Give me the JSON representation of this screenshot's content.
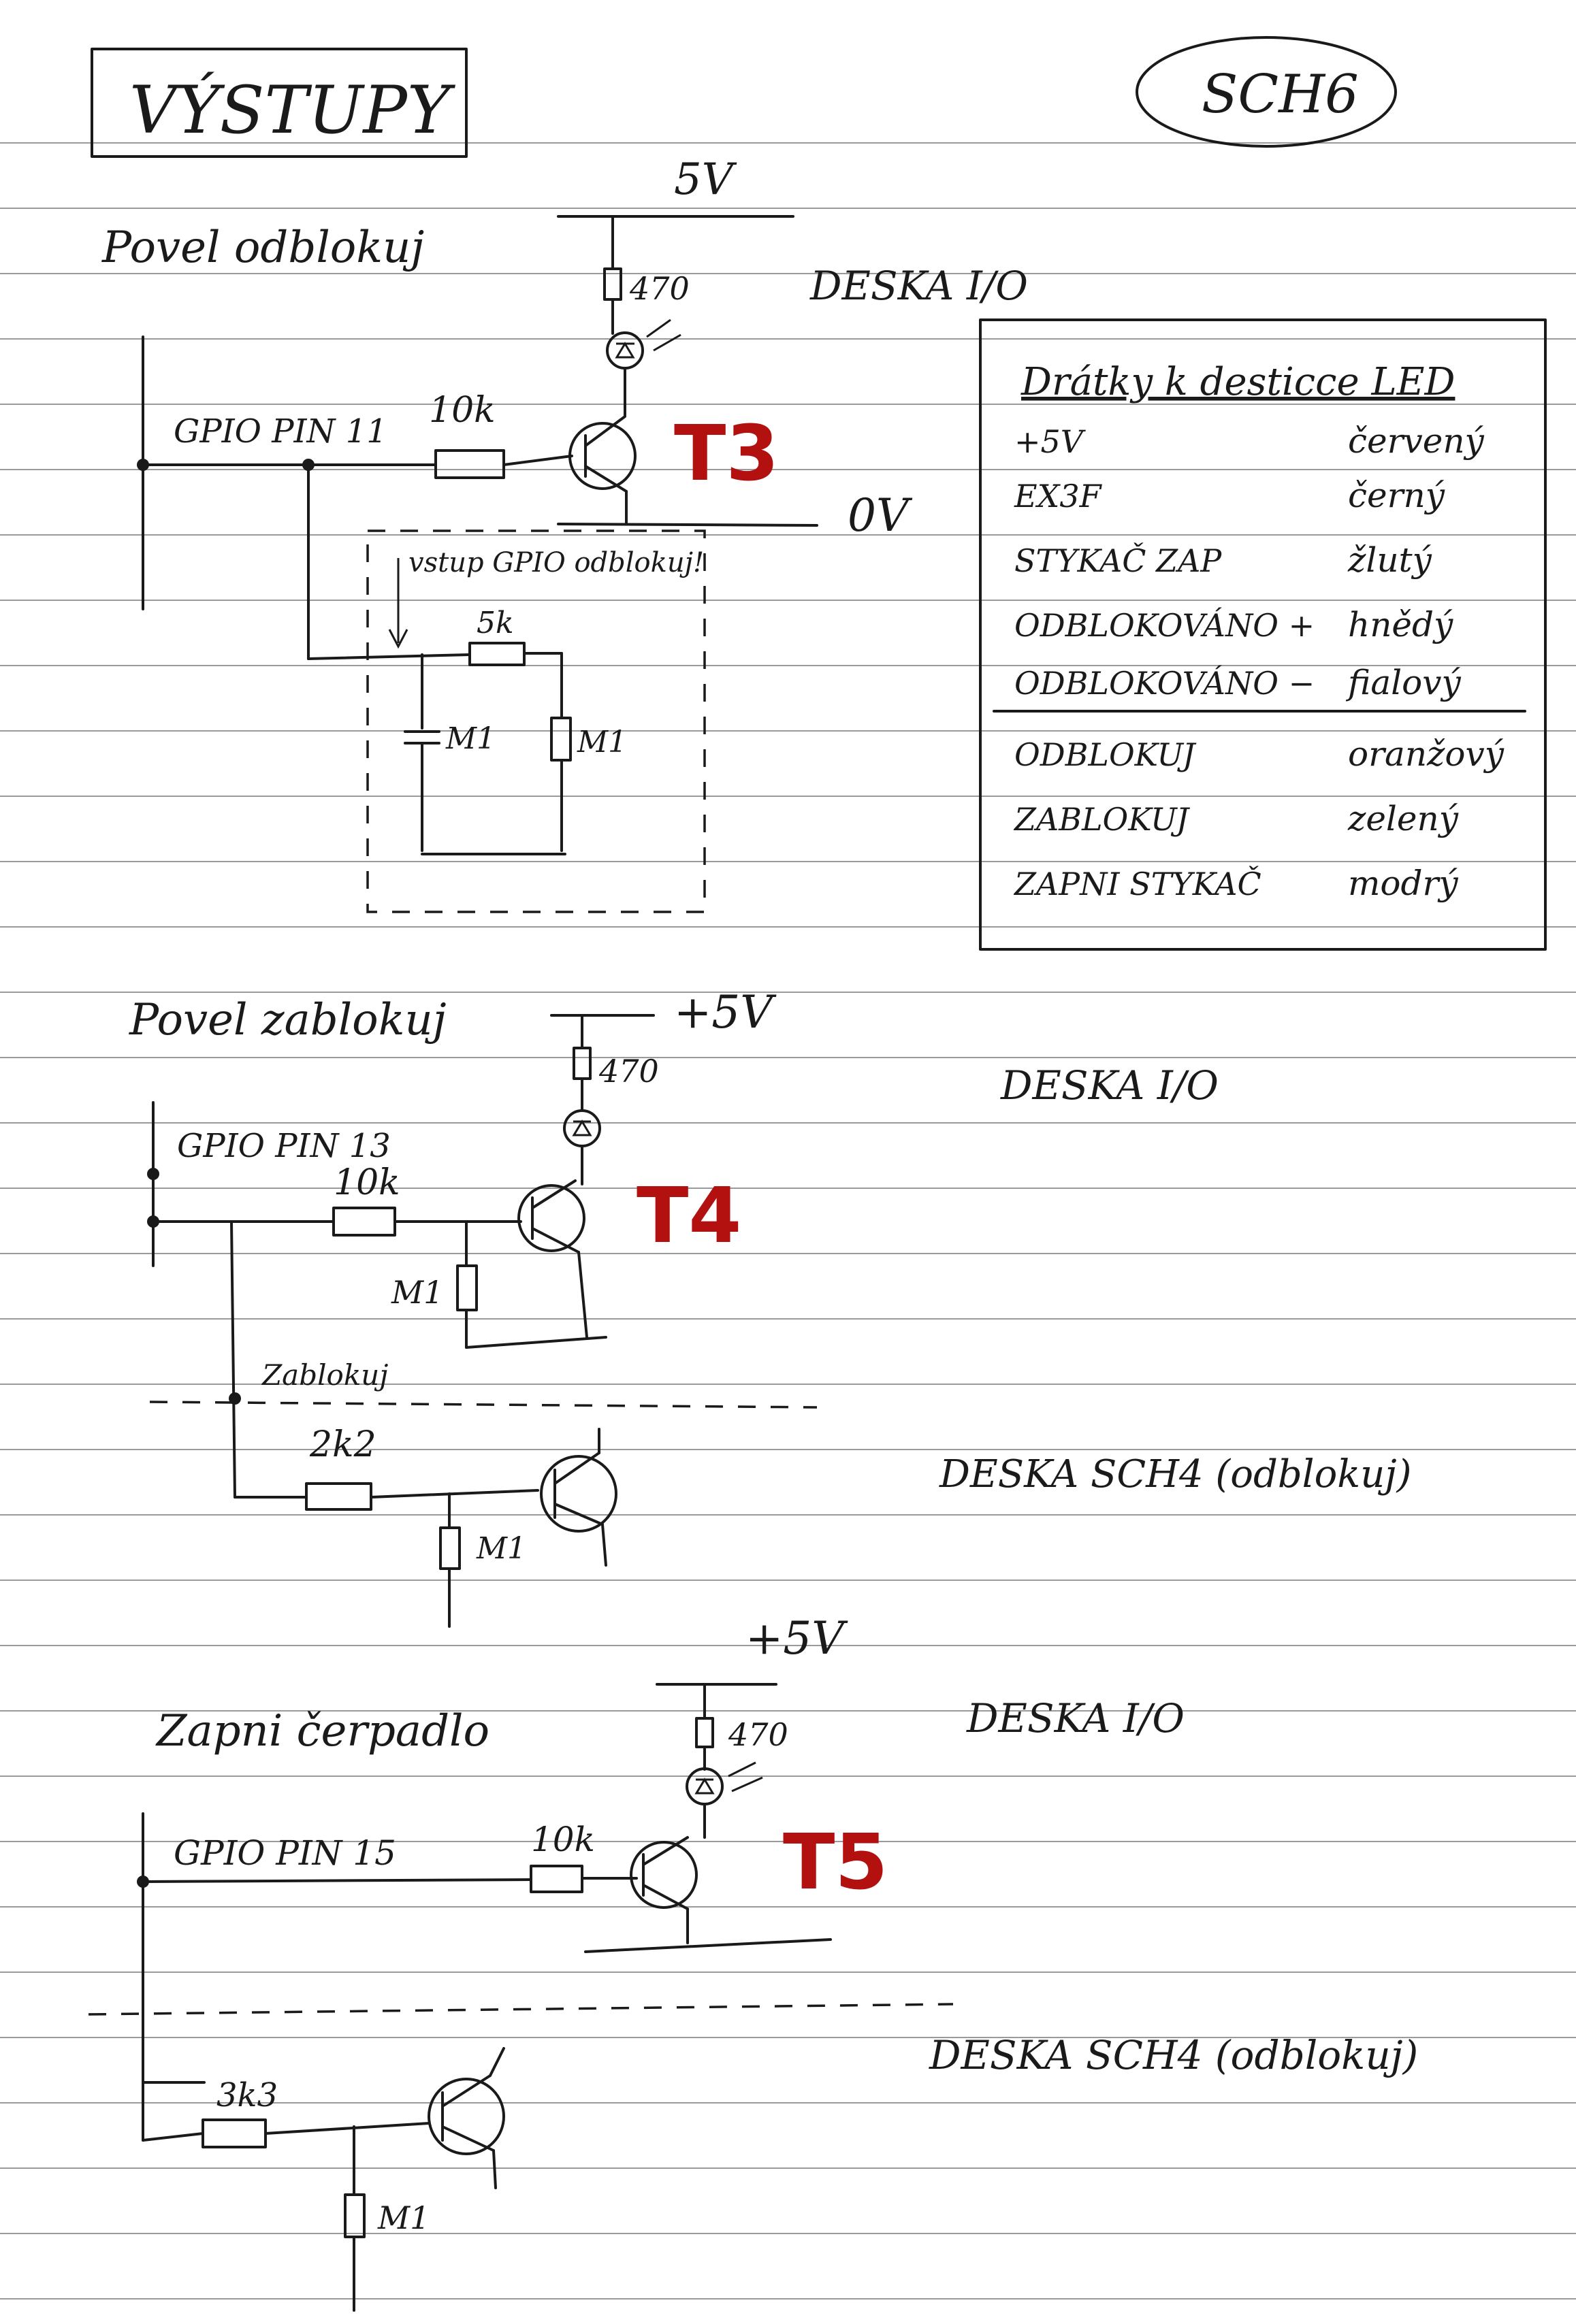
{
  "header": {
    "title": "VÝSTUPY",
    "sheet_code": "SCH6"
  },
  "section1": {
    "heading": "Povel odblokuj",
    "supply": "5V",
    "board": "DESKA I/O",
    "resistor_top": "470",
    "gpio_label": "GPIO PIN 11",
    "resistor_base": "10k",
    "transistor_label": "T3",
    "ground": "0V",
    "input_note": "vstup GPIO odblokuj!",
    "resistor_mid": "5k",
    "cap_label": "M1",
    "res_label": "M1"
  },
  "legend": {
    "title": "Drátky k desticce LED",
    "rows": [
      {
        "signal": "+5V",
        "color": "červený"
      },
      {
        "signal": "EX3F",
        "color": "černý"
      },
      {
        "signal": "STYKAČ ZAP",
        "color": "žlutý"
      },
      {
        "signal": "ODBLOKOVÁNO +",
        "color": "hnědý"
      },
      {
        "signal": "ODBLOKOVÁNO −",
        "color": "fialový"
      },
      {
        "signal": "ODBLOKUJ",
        "color": "oranžový"
      },
      {
        "signal": "ZABLOKUJ",
        "color": "zelený"
      },
      {
        "signal": "ZAPNI STYKAČ",
        "color": "modrý"
      }
    ]
  },
  "section2": {
    "heading": "Povel zablokuj",
    "supply": "+5V",
    "board": "DESKA I/O",
    "resistor_top": "470",
    "gpio_label": "GPIO PIN 13",
    "resistor_base": "10k",
    "transistor_label": "T4",
    "res_label": "M1",
    "divider_note": "Zablokuj",
    "resistor_lower": "2k2",
    "res_lower_label": "M1",
    "board_lower": "DESKA SCH4 (odblokuj)"
  },
  "section3": {
    "heading": "Zapni čerpadlo",
    "supply": "+5V",
    "board": "DESKA I/O",
    "resistor_top": "470",
    "gpio_label": "GPIO PIN 15",
    "resistor_base": "10k",
    "transistor_label": "T5",
    "board_lower": "DESKA SCH4 (odblokuj)",
    "resistor_lower": "3k3",
    "res_lower_label": "M1"
  }
}
